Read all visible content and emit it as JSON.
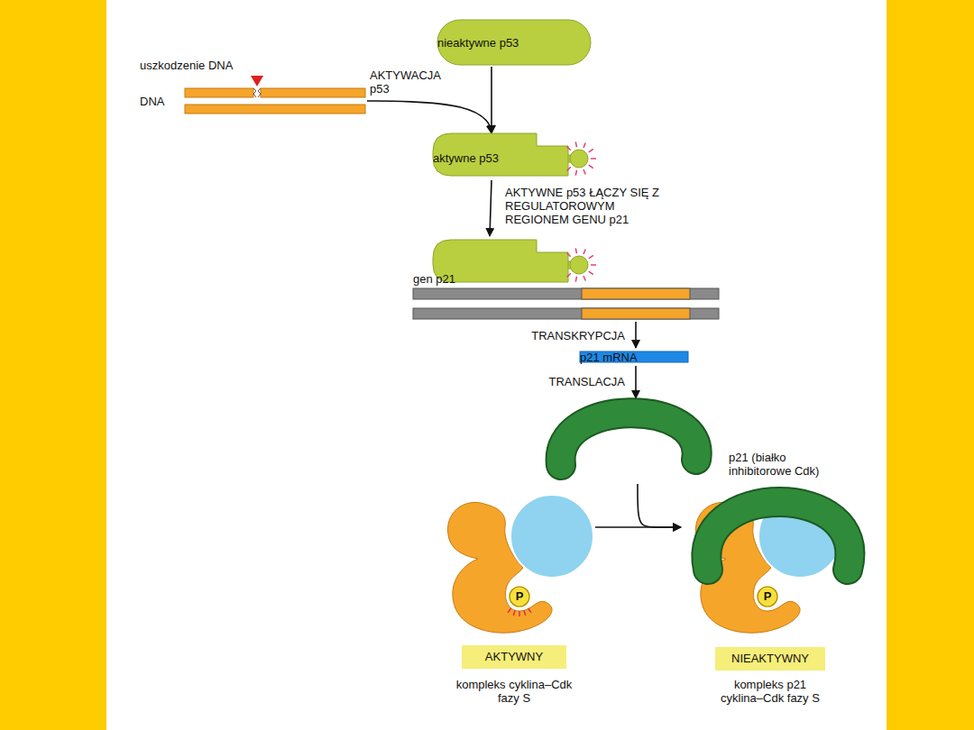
{
  "diagram": {
    "nodes": [
      {
        "text": [
          "uszkodzenie DNA",
          "DNA"
        ]
      },
      {
        "text": [
          "nieaktywne p53"
        ]
      },
      {
        "text": [
          "aktywne p53"
        ]
      },
      {
        "text": [
          "gen p21"
        ]
      },
      {
        "text": [
          "p21 mRNA"
        ]
      },
      {
        "text": [
          "p21 (białko inhibitorowe Cdk)"
        ]
      },
      {
        "text": [
          "AKTYWNY",
          "kompleks cyklina–Cdk fazy S"
        ]
      },
      {
        "text": [
          "NIEAKTYWNY",
          "kompleks p21 cyklina–Cdk fazy S"
        ]
      }
    ],
    "edges": [
      {
        "from": 0,
        "to": 2,
        "arrow": "to",
        "label": "AKTYWACJA p53"
      },
      {
        "from": 1,
        "to": 2,
        "arrow": "to"
      },
      {
        "from": 2,
        "to": 3,
        "arrow": "to",
        "label": "AKTYWNE p53 ŁĄCZY SIĘ Z REGULATOROWYM REGIONEM GENU p21"
      },
      {
        "from": 3,
        "to": 4,
        "arrow": "to",
        "label": "TRANSKRYPCJA"
      },
      {
        "from": 4,
        "to": 5,
        "arrow": "to",
        "label": "TRANSLACJA"
      },
      {
        "from": 5,
        "to": 7,
        "arrow": "to"
      },
      {
        "from": 6,
        "to": 7,
        "arrow": "to"
      }
    ],
    "labels": [
      "P",
      "P"
    ]
  }
}
